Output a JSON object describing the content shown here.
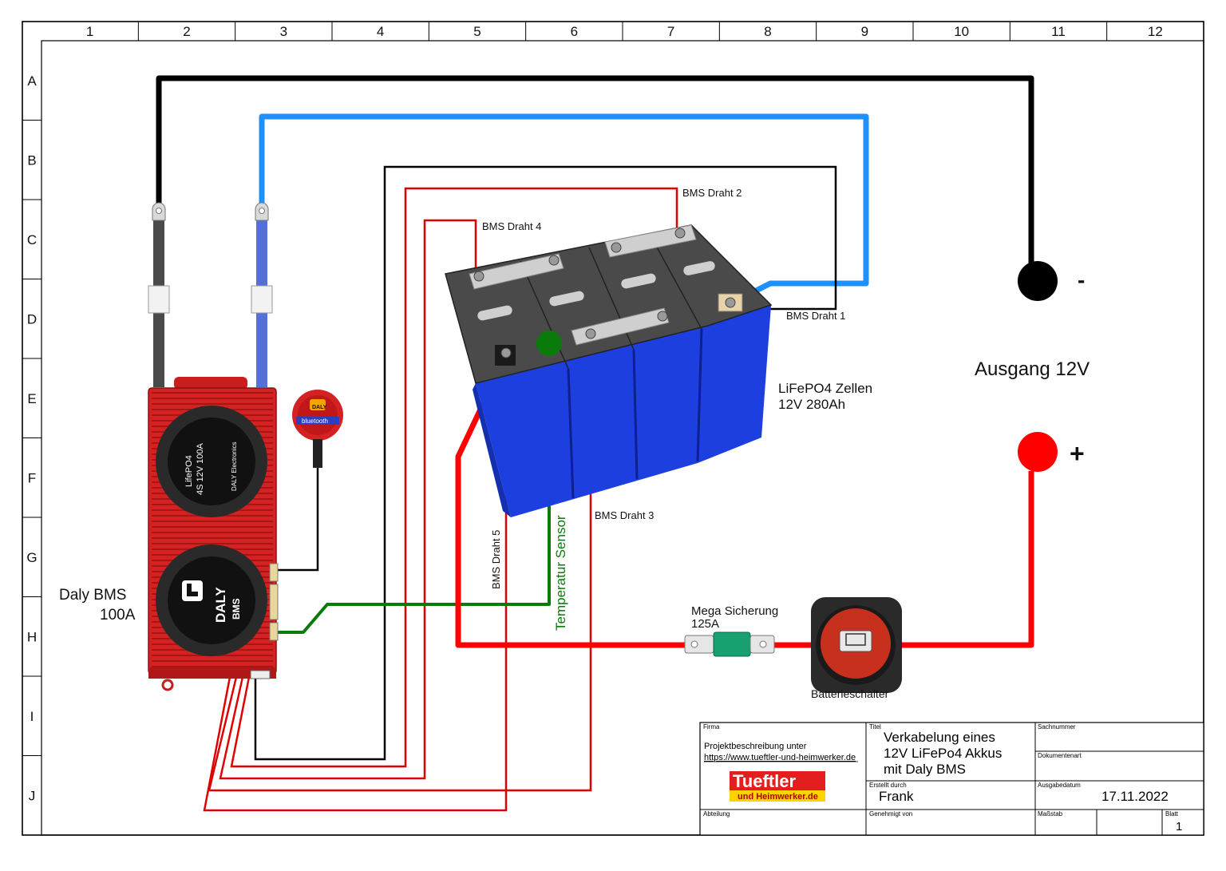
{
  "frame": {
    "columns": [
      "1",
      "2",
      "3",
      "4",
      "5",
      "6",
      "7",
      "8",
      "9",
      "10",
      "11",
      "12"
    ],
    "rows": [
      "A",
      "B",
      "C",
      "D",
      "E",
      "F",
      "G",
      "H",
      "I",
      "J"
    ]
  },
  "components": {
    "bms_label_line1": "Daly BMS",
    "bms_label_line2": "100A",
    "bms_face_text_1": "LifePO4",
    "bms_face_text_2": "4S 12V 100A",
    "bms_face_text_3": "DALY Electronics",
    "bms_logo": "DALY",
    "bms_logo_sub": "BMS",
    "bluetooth_brand": "DALY",
    "bluetooth_label": "bluetooth",
    "cells_label_line1": "LiFePO4 Zellen",
    "cells_label_line2": "12V 280Ah",
    "output_label": "Ausgang 12V",
    "minus_symbol": "-",
    "plus_symbol": "+",
    "fuse_label_line1": "Mega Sicherung",
    "fuse_label_line2": "125A",
    "switch_label": "Batterieschalter",
    "temp_sensor_label": "Temperatur Sensor"
  },
  "wires": {
    "bms_wire_1": "BMS Draht 1",
    "bms_wire_2": "BMS Draht 2",
    "bms_wire_3": "BMS Draht 3",
    "bms_wire_4": "BMS Draht 4",
    "bms_wire_5": "BMS Draht 5",
    "colors": {
      "negative": "#000000",
      "b_minus": "#1e90ff",
      "positive": "#ff0000",
      "sense": "#e00000",
      "temperature": "#0a7a0a"
    }
  },
  "title_block": {
    "firma_label": "Firma",
    "firma_text": "Projektbeschreibung unter",
    "firma_url": "https://www.tueftler-und-heimwerker.de",
    "logo_top": "Tueftler",
    "logo_bottom": "und Heimwerker.de",
    "titel_label": "Titel",
    "titel_line1": "Verkabelung eines",
    "titel_line2": "12V LiFePo4 Akkus",
    "titel_line3": "mit Daly BMS",
    "sachnummer_label": "Sachnummer",
    "dokumentenart_label": "Dokumentenart",
    "erstellt_label": "Erstellt durch",
    "erstellt_value": "Frank",
    "ausgabedatum_label": "Ausgabedatum",
    "ausgabedatum_value": "17.11.2022",
    "abteilung_label": "Abteilung",
    "genehmigt_label": "Genehmigt von",
    "massstab_label": "Maßstab",
    "blatt_label": "Blatt",
    "blatt_value": "1"
  }
}
